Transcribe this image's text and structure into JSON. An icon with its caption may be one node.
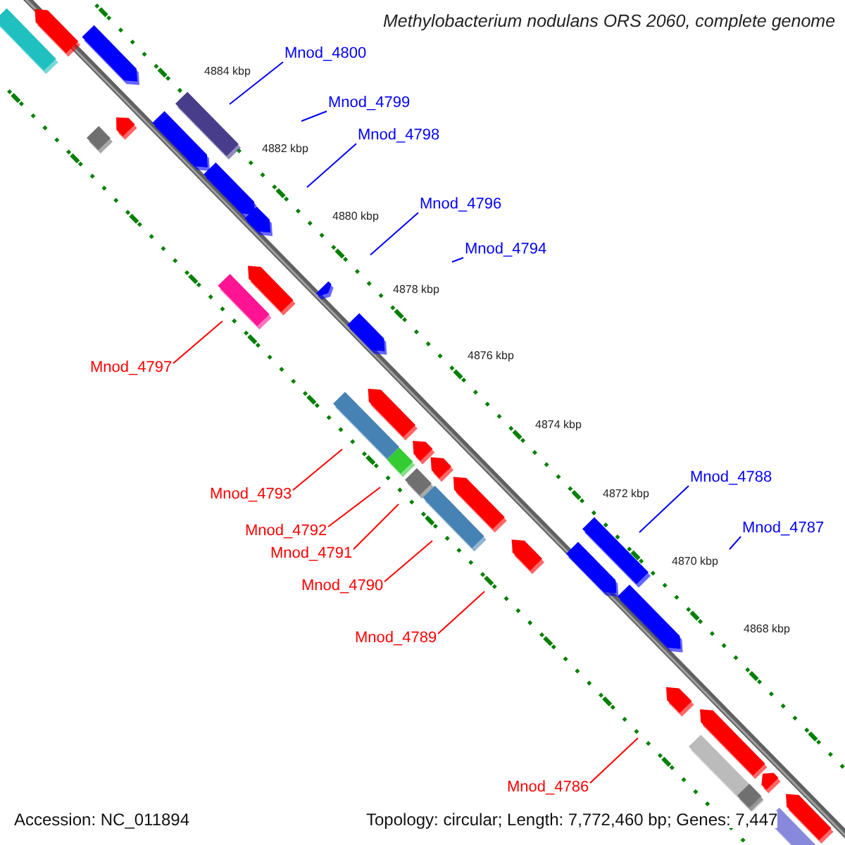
{
  "diagram": {
    "title": "Methylobacterium nodulans ORS 2060, complete genome",
    "nodes": [
      {
        "text": [
          "Mnod_4800"
        ]
      },
      {
        "text": [
          "Mnod_4799"
        ]
      },
      {
        "text": [
          "Mnod_4798"
        ]
      },
      {
        "text": [
          "Mnod_4796"
        ]
      },
      {
        "text": [
          "Mnod_4794"
        ]
      },
      {
        "text": [
          "Mnod_4797"
        ]
      },
      {
        "text": [
          "Mnod_4793"
        ]
      },
      {
        "text": [
          "Mnod_4792"
        ]
      },
      {
        "text": [
          "Mnod_4791"
        ]
      },
      {
        "text": [
          "Mnod_4790"
        ]
      },
      {
        "text": [
          "Mnod_4789"
        ]
      },
      {
        "text": [
          "Mnod_4788"
        ]
      },
      {
        "text": [
          "Mnod_4787"
        ]
      },
      {
        "text": [
          "Mnod_4786"
        ]
      }
    ],
    "edges": [
      {
        "from": 0,
        "to": null,
        "arrow": "none",
        "color": "#0000ff"
      },
      {
        "from": 1,
        "to": null,
        "arrow": "none",
        "color": "#0000ff"
      },
      {
        "from": 2,
        "to": null,
        "arrow": "none",
        "color": "#0000ff"
      },
      {
        "from": 3,
        "to": null,
        "arrow": "none",
        "color": "#0000ff"
      },
      {
        "from": 4,
        "to": null,
        "arrow": "none",
        "color": "#0000ff"
      },
      {
        "from": 5,
        "to": null,
        "arrow": "none",
        "color": "#ff0000"
      },
      {
        "from": 6,
        "to": null,
        "arrow": "none",
        "color": "#ff0000"
      },
      {
        "from": 7,
        "to": null,
        "arrow": "none",
        "color": "#ff0000"
      },
      {
        "from": 8,
        "to": null,
        "arrow": "none",
        "color": "#ff0000"
      },
      {
        "from": 9,
        "to": null,
        "arrow": "none",
        "color": "#ff0000"
      },
      {
        "from": 10,
        "to": null,
        "arrow": "none",
        "color": "#ff0000"
      },
      {
        "from": 11,
        "to": null,
        "arrow": "none",
        "color": "#0000ff"
      },
      {
        "from": 12,
        "to": null,
        "arrow": "none",
        "color": "#0000ff"
      },
      {
        "from": 13,
        "to": null,
        "arrow": "none",
        "color": "#ff0000"
      }
    ],
    "labels": [
      "4884 kbp",
      "4882 kbp",
      "4880 kbp",
      "4878 kbp",
      "4876 kbp",
      "4874 kbp",
      "4872 kbp",
      "4870 kbp",
      "4868 kbp",
      "Accession: NC_011894",
      "Topology: circular; Length: 7,772,460 bp; Genes: 7,447"
    ]
  }
}
